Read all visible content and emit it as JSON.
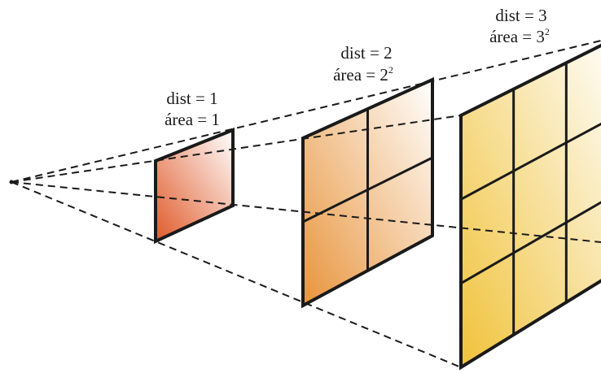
{
  "panels": [
    {
      "dist_label": "dist = 1",
      "area_label": "área = 1",
      "area_base": "",
      "area_exponent": "",
      "grid": 1,
      "gradient": {
        "dark": "#e05a2a",
        "light": "#ffffff"
      }
    },
    {
      "dist_label": "dist = 2",
      "area_label": "área = 2",
      "area_base": "2",
      "area_exponent": "2",
      "grid": 2,
      "gradient": {
        "dark": "#e8943c",
        "light": "#ffffff"
      }
    },
    {
      "dist_label": "dist = 3",
      "area_label": "área = 3",
      "area_base": "3",
      "area_exponent": "2",
      "grid": 3,
      "gradient": {
        "dark": "#f0c23a",
        "light": "#ffffff"
      }
    }
  ],
  "colors": {
    "frame": "#1a1a1a",
    "rays": "#1a1a1a",
    "background": "#ffffff"
  }
}
